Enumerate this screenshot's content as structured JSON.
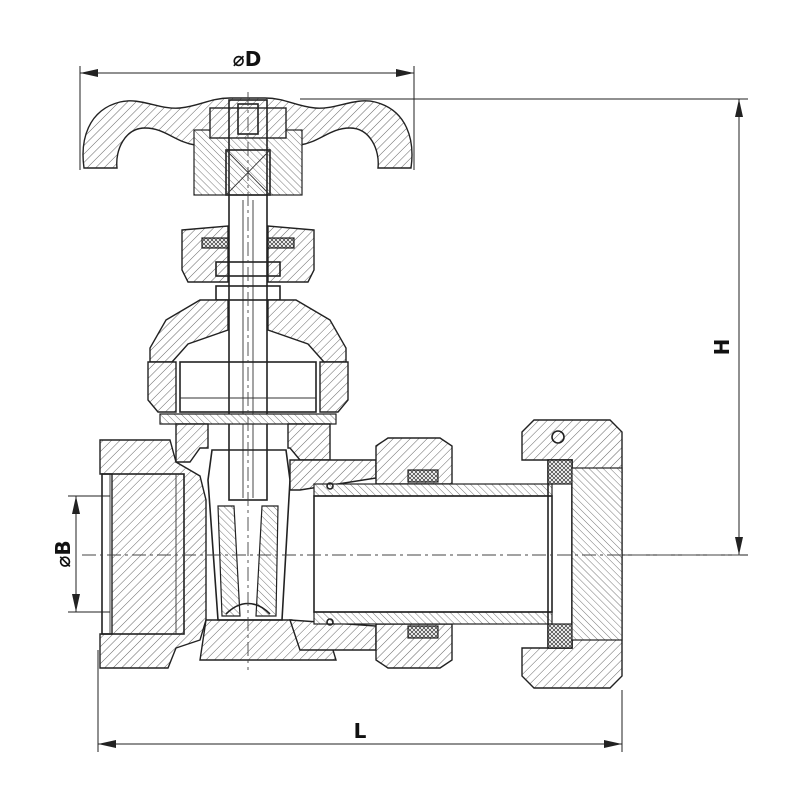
{
  "dimensions": {
    "diameter_D": "⌀D",
    "height_H": "H",
    "diameter_B": "⌀B",
    "length_L": "L"
  }
}
